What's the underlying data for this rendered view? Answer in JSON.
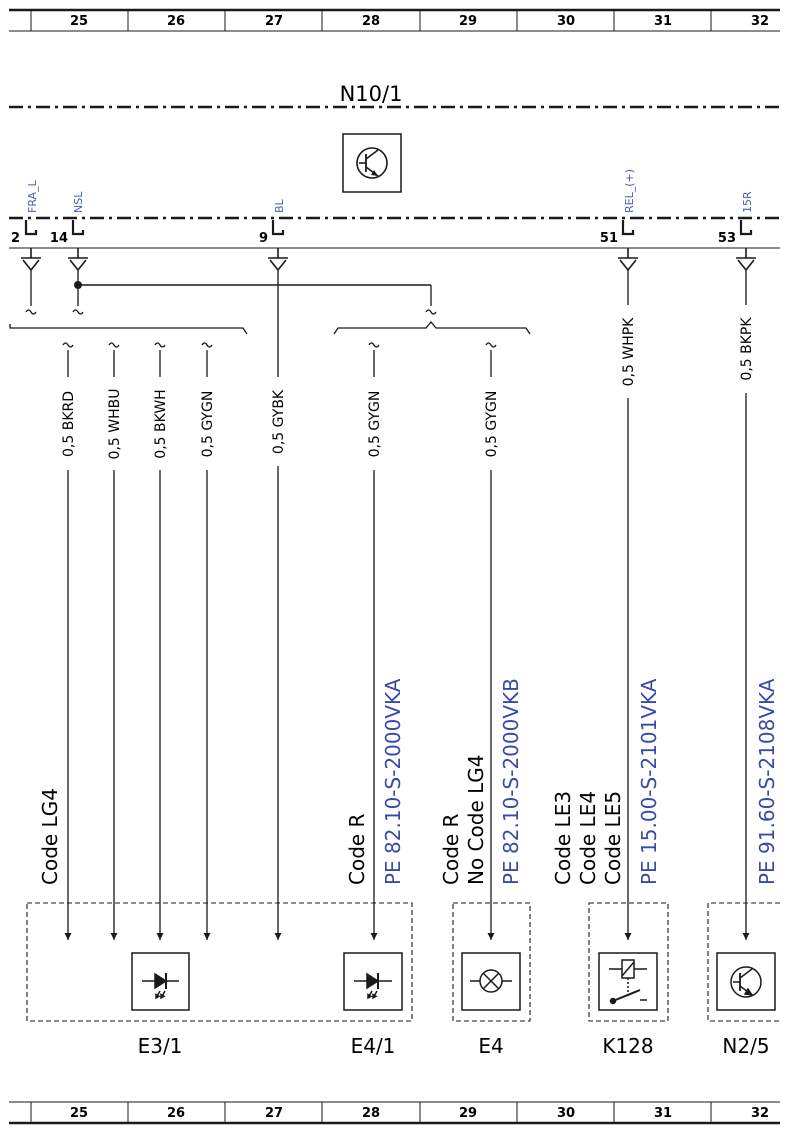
{
  "grid": {
    "columns_top": [
      "25",
      "26",
      "27",
      "28",
      "29",
      "30",
      "31",
      "32"
    ],
    "columns_bottom": [
      "25",
      "26",
      "27",
      "28",
      "29",
      "30",
      "31",
      "32"
    ]
  },
  "control_unit": {
    "name": "N10/1"
  },
  "pins": [
    {
      "number": "2",
      "signal": "FRA_L"
    },
    {
      "number": "14",
      "signal": "NSL"
    },
    {
      "number": "9",
      "signal": "BL"
    },
    {
      "number": "51",
      "signal": "REL_(+)"
    },
    {
      "number": "53",
      "signal": "15R"
    }
  ],
  "wires": [
    {
      "label": "0,5 BKRD"
    },
    {
      "label": "0,5 WHBU"
    },
    {
      "label": "0,5 BKWH"
    },
    {
      "label": "0,5 GYGN"
    },
    {
      "label": "0,5 GYBK"
    },
    {
      "label": "0,5 GYGN"
    },
    {
      "label": "0,5 GYGN"
    },
    {
      "label": "0,5 WHPK"
    },
    {
      "label": "0,5 BKPK"
    }
  ],
  "codes": [
    {
      "text": "Code LG4"
    },
    {
      "text": "Code R"
    },
    {
      "text": "Code R"
    },
    {
      "text": "No Code LG4"
    },
    {
      "text": "Code LE3"
    },
    {
      "text": "Code LE4"
    },
    {
      "text": "Code LE5"
    }
  ],
  "references": [
    {
      "text": "PE 82.10-S-2000VKA"
    },
    {
      "text": "PE 82.10-S-2000VKB"
    },
    {
      "text": "PE 15.00-S-2101VKA"
    },
    {
      "text": "PE 91.60-S-2108VKA"
    }
  ],
  "components": [
    {
      "name": "E3/1",
      "icon": "led-icon"
    },
    {
      "name": "E4/1",
      "icon": "led-icon"
    },
    {
      "name": "E4",
      "icon": "lamp-icon"
    },
    {
      "name": "K128",
      "icon": "relay-icon"
    },
    {
      "name": "N2/5",
      "icon": "transistor-icon"
    }
  ],
  "colors": {
    "line": "#1a1a1a",
    "reference_blue": "#3b4aa8",
    "signal_blue": "#4a5bb0"
  }
}
